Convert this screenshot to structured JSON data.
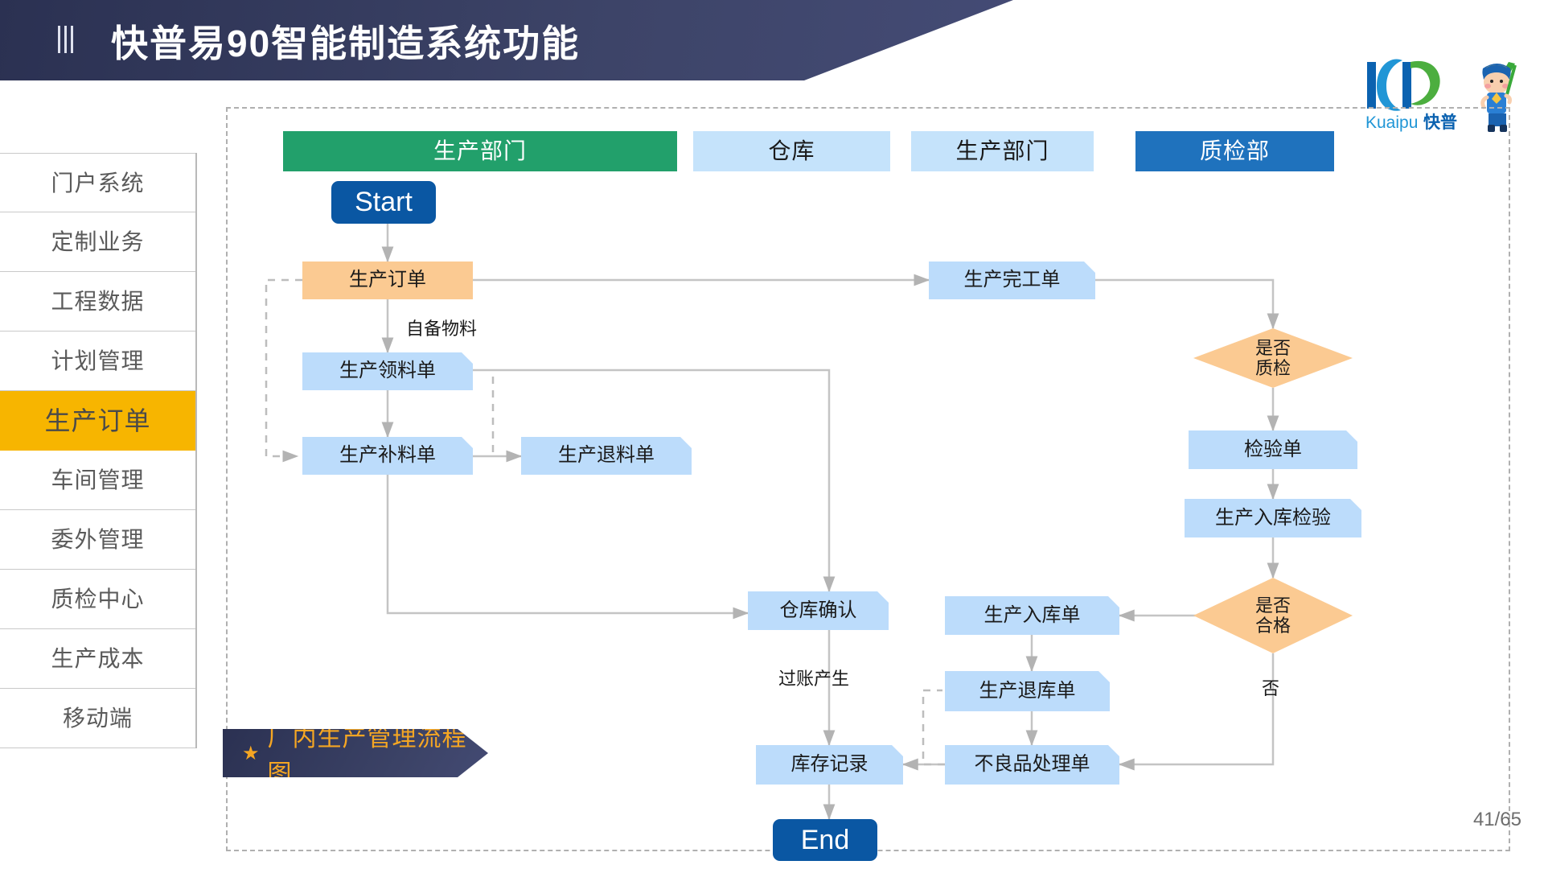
{
  "header": {
    "title": "快普易90智能制造系统功能",
    "menu_icon": "hamburger-icon"
  },
  "logo": {
    "wordmark_latin": "Kuaipu",
    "wordmark_cn": "快普",
    "mark": "kp-monogram-icon",
    "mascot": "mascot-icon"
  },
  "sidebar": {
    "items": [
      {
        "label": "门户系统",
        "active": false
      },
      {
        "label": "定制业务",
        "active": false
      },
      {
        "label": "工程数据",
        "active": false
      },
      {
        "label": "计划管理",
        "active": false
      },
      {
        "label": "生产订单",
        "active": true
      },
      {
        "label": "车间管理",
        "active": false
      },
      {
        "label": "委外管理",
        "active": false
      },
      {
        "label": "质检中心",
        "active": false
      },
      {
        "label": "生产成本",
        "active": false
      },
      {
        "label": "移动端",
        "active": false
      }
    ]
  },
  "diagram": {
    "lanes": [
      {
        "label": "生产部门",
        "style": "green"
      },
      {
        "label": "仓库",
        "style": "light"
      },
      {
        "label": "生产部门",
        "style": "light"
      },
      {
        "label": "质检部",
        "style": "blue"
      }
    ],
    "nodes": [
      {
        "id": "start",
        "label": "Start",
        "shape": "start-end"
      },
      {
        "id": "n1",
        "label": "生产订单",
        "shape": "orange-box"
      },
      {
        "id": "n2",
        "label": "生产领料单",
        "shape": "blue-box"
      },
      {
        "id": "n3",
        "label": "生产补料单",
        "shape": "blue-box"
      },
      {
        "id": "n4",
        "label": "生产退料单",
        "shape": "blue-box"
      },
      {
        "id": "n5",
        "label": "生产完工单",
        "shape": "blue-box"
      },
      {
        "id": "d1",
        "label": "是否\n质检",
        "shape": "diamond"
      },
      {
        "id": "n6",
        "label": "检验单",
        "shape": "blue-box"
      },
      {
        "id": "n7",
        "label": "生产入库检验",
        "shape": "blue-box"
      },
      {
        "id": "d2",
        "label": "是否\n合格",
        "shape": "diamond"
      },
      {
        "id": "n8",
        "label": "仓库确认",
        "shape": "blue-box"
      },
      {
        "id": "n9",
        "label": "生产入库单",
        "shape": "blue-box"
      },
      {
        "id": "n10",
        "label": "生产退库单",
        "shape": "blue-box"
      },
      {
        "id": "n11",
        "label": "库存记录",
        "shape": "blue-box"
      },
      {
        "id": "n12",
        "label": "不良品处理单",
        "shape": "blue-box"
      },
      {
        "id": "end",
        "label": "End",
        "shape": "start-end"
      }
    ],
    "edge_labels": [
      {
        "id": "e1",
        "label": "自备物料"
      },
      {
        "id": "e2",
        "label": "过账产生"
      },
      {
        "id": "e3",
        "label": "否"
      }
    ]
  },
  "footer": {
    "star": "★",
    "caption": "厂内生产管理流程图"
  },
  "page_number": "41/65",
  "colors": {
    "header_navy": "#2e3558",
    "accent_yellow": "#f7b500",
    "lane_green": "#22a06b",
    "lane_blue": "#1f72bd",
    "node_blue": "#bcdcfb",
    "node_orange": "#fbca92",
    "start_end_blue": "#0a57a3",
    "caption_orange": "#f5a623"
  }
}
